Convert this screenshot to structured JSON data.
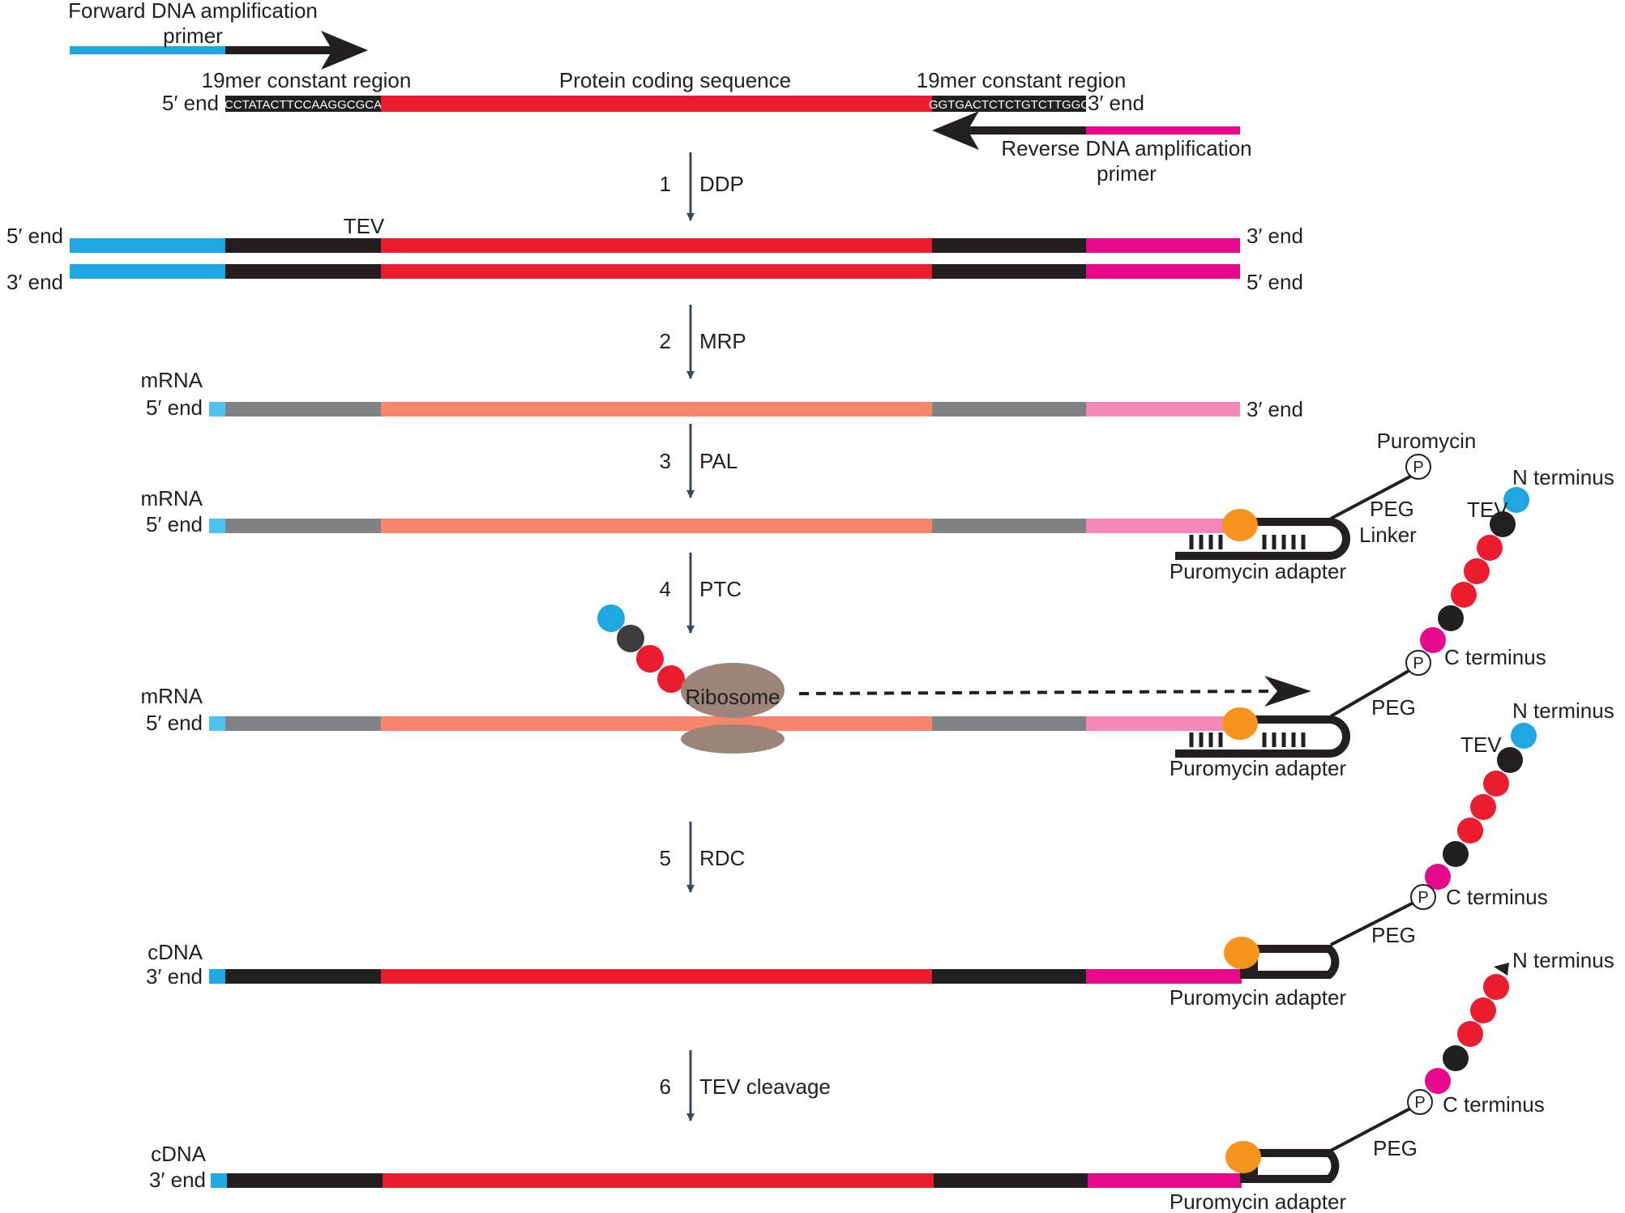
{
  "colors": {
    "blue": "#1ea7e1",
    "black": "#231f20",
    "red": "#ea1c2d",
    "magenta": "#e8088b",
    "light_blue": "#4fc3ef",
    "gray": "#808285",
    "salmon": "#f6856b",
    "pink": "#f389b8",
    "orange": "#f7941d",
    "ribosome": "#9c8578",
    "arrow": "#3a4a5c",
    "bead_dark": "#3c3c3c"
  },
  "template": {
    "forward_primer": "Forward DNA amplification primer",
    "const_left": "19mer constant region",
    "protein_coding": "Protein coding sequence",
    "const_right": "19mer constant region",
    "five_end": "5′ end",
    "three_end": "3′ end",
    "seq_left": "CCTATACTTCCAAGGCGCA",
    "seq_right": "GGTGACTCTCTGTCTTGGC",
    "reverse_primer": "Reverse DNA amplification primer"
  },
  "steps": [
    {
      "num": "1",
      "label": "DDP"
    },
    {
      "num": "2",
      "label": "MRP"
    },
    {
      "num": "3",
      "label": "PAL"
    },
    {
      "num": "4",
      "label": "PTC"
    },
    {
      "num": "5",
      "label": "RDC"
    },
    {
      "num": "6",
      "label": "TEV cleavage"
    }
  ],
  "dsdna": {
    "top_left": "5′ end",
    "top_right": "3′ end",
    "bottom_left": "3′ end",
    "bottom_right": "5′ end",
    "tev": "TEV"
  },
  "mrna": {
    "name": "mRNA",
    "five_end": "5′ end",
    "three_end": "3′ end"
  },
  "pal": {
    "name": "mRNA",
    "five_end": "5′ end",
    "puromycin": "Puromycin",
    "p": "P",
    "peg": "PEG",
    "linker": "Linker",
    "adapter": "Puromycin adapter"
  },
  "ptc": {
    "name": "mRNA",
    "five_end": "5′ end",
    "ribosome": "Ribosome",
    "adapter": "Puromycin adapter",
    "peg": "PEG",
    "p": "P",
    "c_terminus": "C terminus",
    "n_terminus": "N terminus",
    "tev": "TEV"
  },
  "rdc": {
    "name": "cDNA",
    "three_end": "3′ end",
    "adapter": "Puromycin adapter",
    "peg": "PEG",
    "p": "P",
    "c_terminus": "C terminus",
    "n_terminus": "N terminus",
    "tev": "TEV"
  },
  "tev_cleavage": {
    "name": "cDNA",
    "three_end": "3′ end",
    "adapter": "Puromycin adapter",
    "peg": "PEG",
    "p": "P",
    "c_terminus": "C terminus",
    "n_terminus": "N terminus"
  }
}
